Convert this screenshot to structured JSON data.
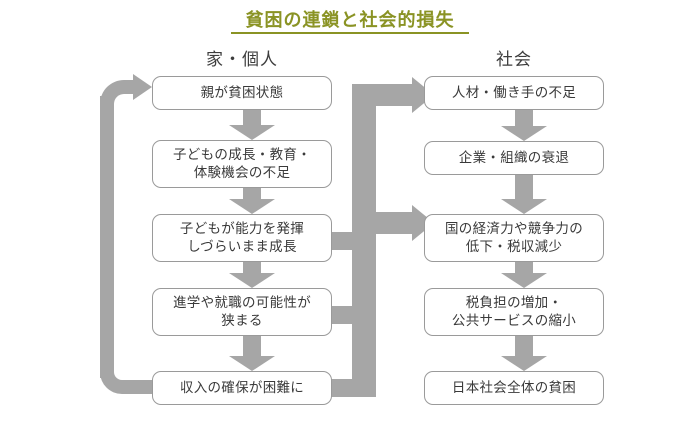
{
  "title": {
    "text": "貧困の連鎖と社会的損失",
    "color": "#8a9324"
  },
  "columns": {
    "left_heading": "家・個人",
    "right_heading": "社会"
  },
  "colors": {
    "arrow": "#a6a6a6",
    "box_border": "#9a9a9a",
    "text": "#3a3a3a",
    "background": "#ffffff"
  },
  "left_chain": [
    {
      "line1": "親が貧困状態",
      "line2": ""
    },
    {
      "line1": "子どもの成長・教育・",
      "line2": "体験機会の不足"
    },
    {
      "line1": "子どもが能力を発揮",
      "line2": "しづらいまま成長"
    },
    {
      "line1": "進学や就職の可能性が",
      "line2": "狭まる"
    },
    {
      "line1": "収入の確保が困難に",
      "line2": ""
    }
  ],
  "right_chain": [
    {
      "line1": "人材・働き手の不足",
      "line2": ""
    },
    {
      "line1": "企業・組織の衰退",
      "line2": ""
    },
    {
      "line1": "国の経済力や競争力の",
      "line2": "低下・税収減少"
    },
    {
      "line1": "税負担の増加・",
      "line2": "公共サービスの縮小"
    },
    {
      "line1": "日本社会全体の貧困",
      "line2": ""
    }
  ]
}
